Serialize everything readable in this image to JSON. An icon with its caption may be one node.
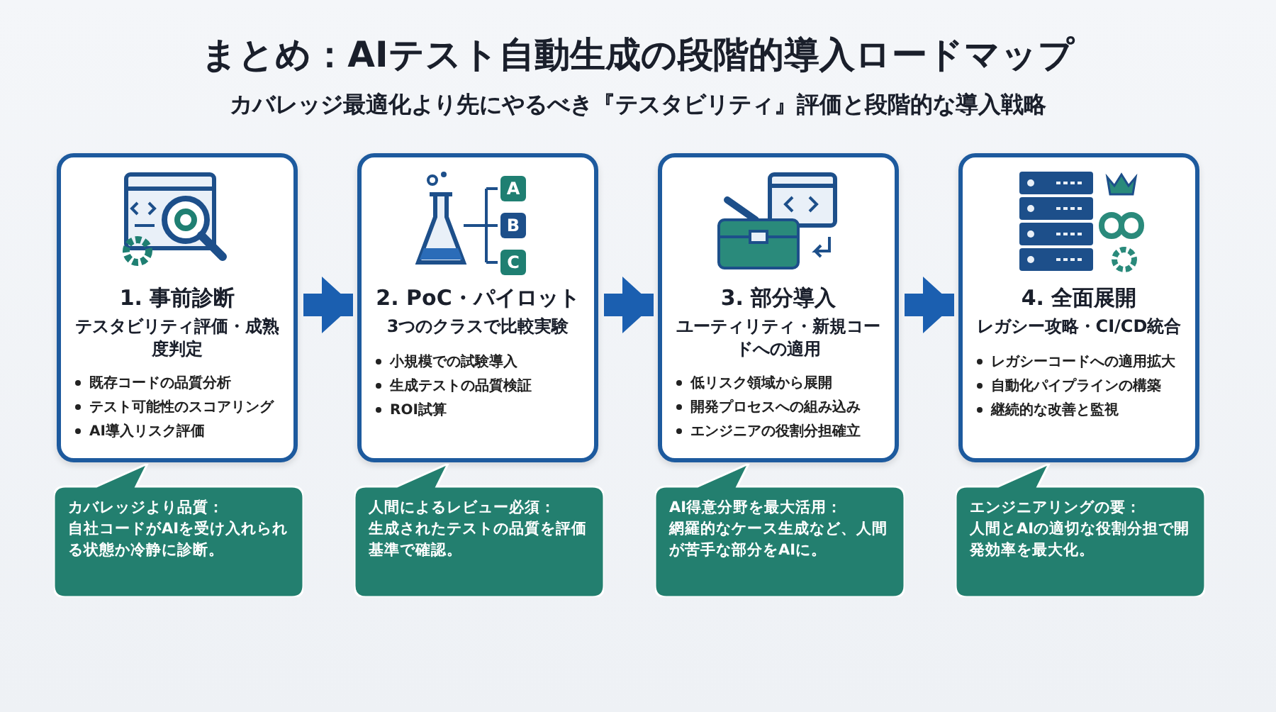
{
  "diagram": {
    "title": "まとめ：AIテスト自動生成の段階的導入ロードマップ",
    "nodes": [
      {
        "text": [
          "1. 事前診断",
          "テスタビリティ評価・成熟度判定",
          "既存コードの品質分析",
          "テスト可能性のスコアリング",
          "AI導入リスク評価"
        ]
      },
      {
        "text": [
          "2. PoC・パイロット",
          "3つのクラスで比較実験",
          "小規模での試験導入",
          "生成テストの品質検証",
          "ROI試算"
        ]
      },
      {
        "text": [
          "3. 部分導入",
          "ユーティリティ・新規コードへの適用",
          "低リスク領域から展開",
          "開発プロセスへの組み込み",
          "エンジニアの役割分担確立"
        ]
      },
      {
        "text": [
          "4. 全面展開",
          "レガシー攻略・CI/CD統合",
          "レガシーコードへの適用拡大",
          "自動化パイプラインの構築",
          "継続的な改善と監視"
        ]
      },
      {
        "text": [
          "カバレッジより品質：",
          "自社コードがAIを受け入れられる状態か冷静に診断。"
        ]
      },
      {
        "text": [
          "人間によるレビュー必須：",
          "生成されたテストの品質を評価基準で確認。"
        ]
      },
      {
        "text": [
          "AI得意分野を最大活用：",
          "網羅的なケース生成など、人間が苦手な部分をAIに。"
        ]
      },
      {
        "text": [
          "エンジニアリングの要：",
          "人間とAIの適切な役割分担で開発効率を最大化。"
        ]
      }
    ],
    "edges": [
      {
        "from": 0,
        "to": 1,
        "arrow": "to"
      },
      {
        "from": 1,
        "to": 2,
        "arrow": "to"
      },
      {
        "from": 2,
        "to": 3,
        "arrow": "to"
      }
    ],
    "labels": [
      "カバレッジ最適化より先にやるべき『テスタビリティ』評価と段階的な導入戦略",
      "A",
      "B",
      "C"
    ]
  }
}
